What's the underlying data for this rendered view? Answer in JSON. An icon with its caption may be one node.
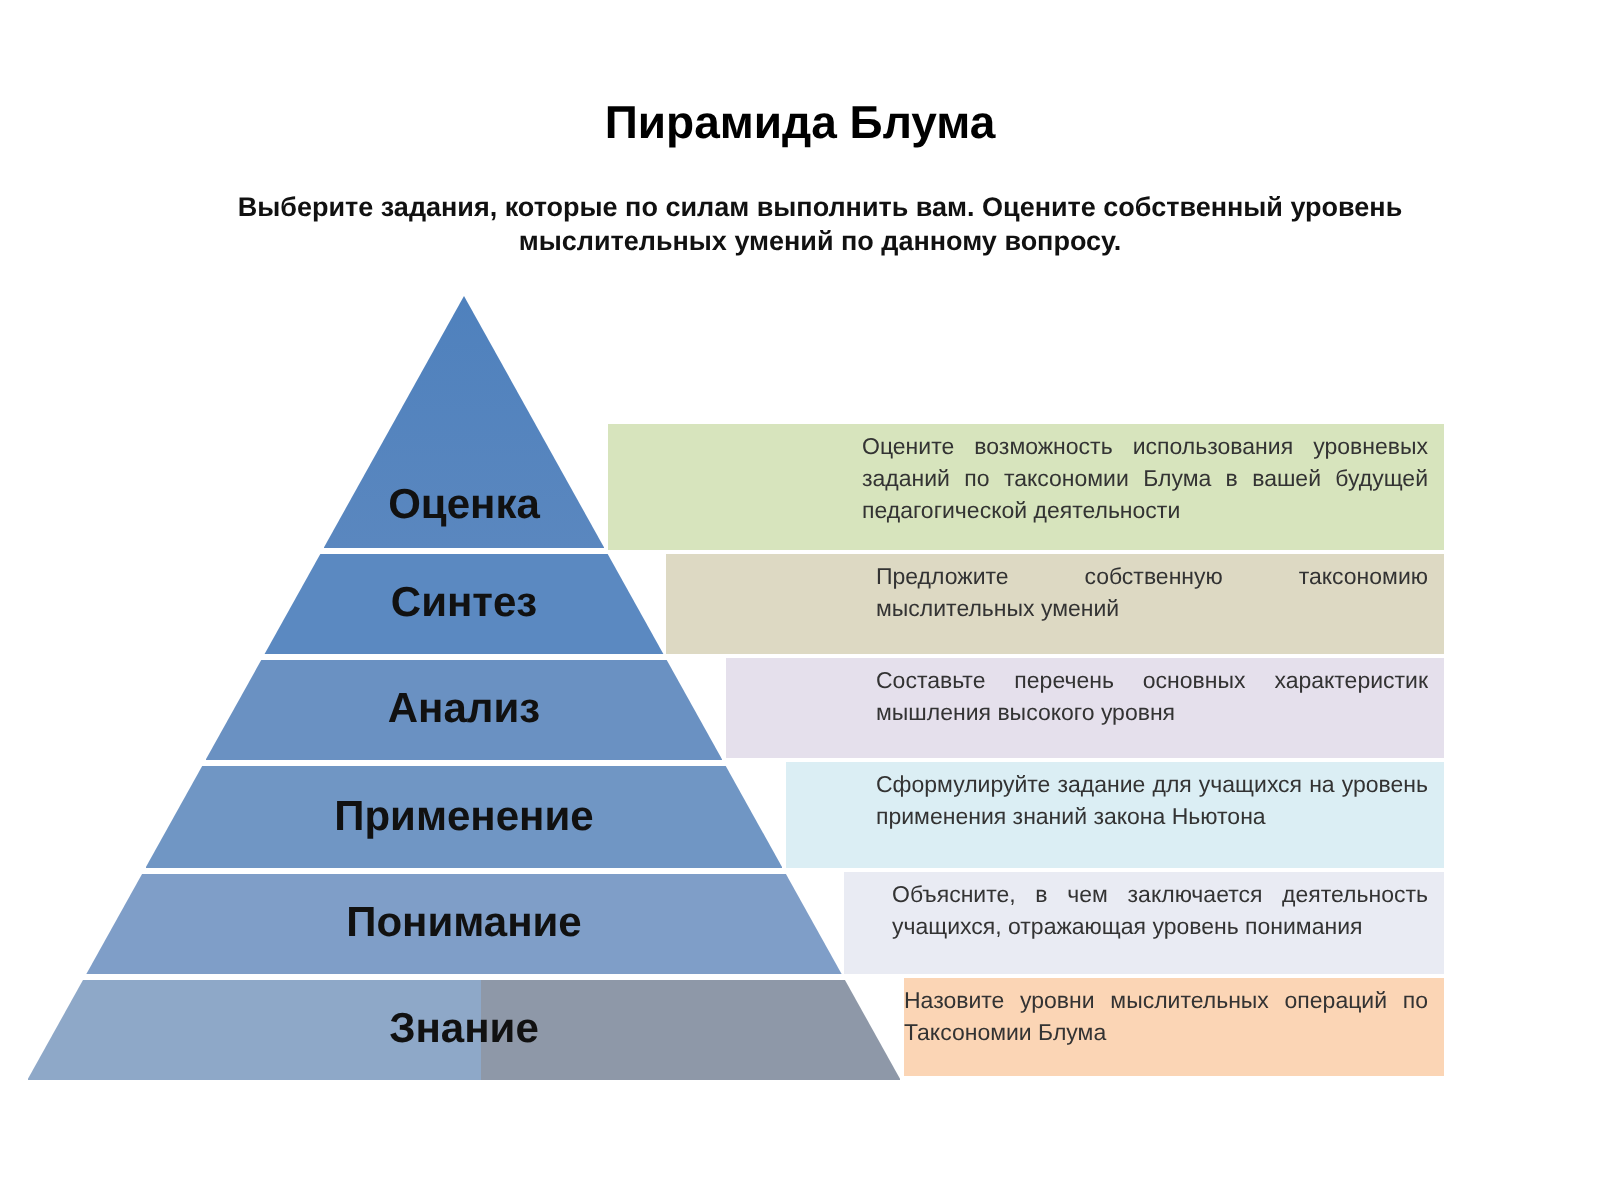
{
  "diagram": {
    "title": "Пирамида Блума",
    "labels": [
      "Выберите задания, которые по силам выполнить вам. Оцените собственный уровень мыслительных умений по данному вопросу."
    ],
    "nodes": [
      {
        "text": [
          "Оценка"
        ]
      },
      {
        "text": [
          "Синтез"
        ]
      },
      {
        "text": [
          "Анализ"
        ]
      },
      {
        "text": [
          "Применение"
        ]
      },
      {
        "text": [
          "Понимание"
        ]
      },
      {
        "text": [
          "Знание"
        ]
      },
      {
        "text": [
          "Оцените возможность использования уровневых заданий по таксономии Блума в вашей будущей педагогической деятельности"
        ]
      },
      {
        "text": [
          "Предложите собственную таксономию мыслительных умений"
        ]
      },
      {
        "text": [
          "Составьте перечень основных характеристик мышления высокого уровня"
        ]
      },
      {
        "text": [
          "Сформулируйте задание для учащихся на уровень применения знаний закона Ньютона"
        ]
      },
      {
        "text": [
          "Объясните,  в чем заключается деятельность учащихся, отражающая уровень понимания"
        ]
      },
      {
        "text": [
          "Назовите уровни мыслительных операций по Таксономии Блума"
        ]
      }
    ]
  }
}
